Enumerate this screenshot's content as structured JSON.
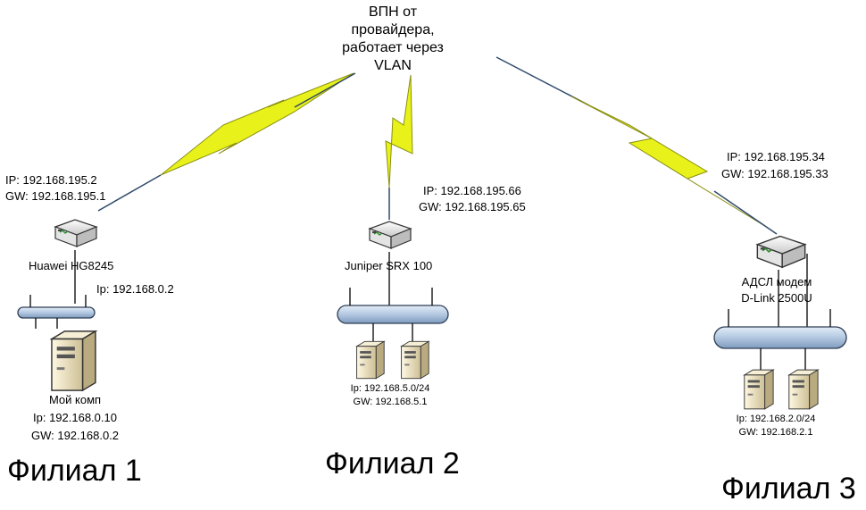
{
  "cloud": {
    "lines": [
      "ВПН от",
      "провайдера,",
      "работает через",
      "VLAN"
    ]
  },
  "branch1": {
    "title": "Филиал 1",
    "router_ip": "IP: 192.168.195.2",
    "router_gw": "GW: 192.168.195.1",
    "router_name": "Huawei HG8245",
    "lan_ip": "Ip: 192.168.0.2",
    "pc_name": "Мой комп",
    "pc_ip": "Ip: 192.168.0.10",
    "pc_gw": "GW: 192.168.0.2"
  },
  "branch2": {
    "title": "Филиал 2",
    "router_ip": "IP: 192.168.195.66",
    "router_gw": "GW: 192.168.195.65",
    "router_name": "Juniper SRX 100",
    "net_ip": "Ip: 192.168.5.0/24",
    "net_gw": "GW: 192.168.5.1"
  },
  "branch3": {
    "title": "Филиал 3",
    "router_ip": "IP: 192.168.195.34",
    "router_gw": "GW: 192.168.195.33",
    "router_name_1": "АДСЛ модем",
    "router_name_2": "D-Link 2500U",
    "net_ip": "Ip: 192.168.2.0/24",
    "net_gw": "GW: 192.168.2.1"
  },
  "colors": {
    "lightning_fill": "#e8f21a",
    "lightning_stroke": "#8a8f10",
    "bus_fill": "#b8cce4",
    "bus_stroke": "#2f3f55",
    "device_fill": "#f3f3f3",
    "server_fill": "#e9dfc0",
    "link_line": "#2e4a6a"
  }
}
